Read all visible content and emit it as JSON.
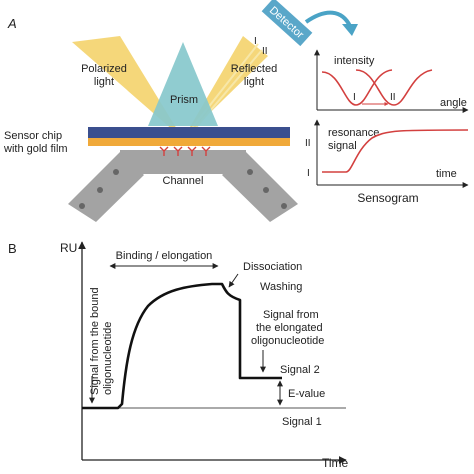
{
  "panel_a": {
    "label": "A",
    "polarized_light": [
      "Polarized",
      "light"
    ],
    "prism": "Prism",
    "reflected_light": [
      "Reflected",
      "light"
    ],
    "beam_marks": [
      "I",
      "II"
    ],
    "detector": "Detector",
    "sensor_chip": [
      "Sensor chip",
      "with gold film"
    ],
    "channel": "Channel",
    "intensity_plot": {
      "ylabel": "intensity",
      "xlabel": "angle",
      "dip_labels": [
        "I",
        "II"
      ],
      "line_color": "#d3403f"
    },
    "sensogram": {
      "ylabel": [
        "resonance",
        "signal"
      ],
      "xlabel": "time",
      "level_labels": [
        "II",
        "I"
      ],
      "title": "Sensogram",
      "line_color": "#d3403f"
    },
    "colors": {
      "prism": "#87c8cc",
      "light_beam": "#f4d36b",
      "chip_blue": "#3b4f8e",
      "gold_film": "#f0a93a",
      "channel_gray": "#a3a3a3",
      "detector_box": "#5aa7c9",
      "arrow": "#4aa3c6"
    }
  },
  "panel_b": {
    "label": "B",
    "ylabel": "RU",
    "xlabel": "Time",
    "bound_signal": [
      "Signal from the bound",
      "oligonucleotide"
    ],
    "binding": "Binding / elongation",
    "dissociation": "Dissociation",
    "washing": "Washing",
    "elongated_signal": [
      "Signal from",
      "the elongated",
      "oligonucleotide"
    ],
    "signal2": "Signal 2",
    "evalue": "E-value",
    "signal1": "Signal 1"
  }
}
